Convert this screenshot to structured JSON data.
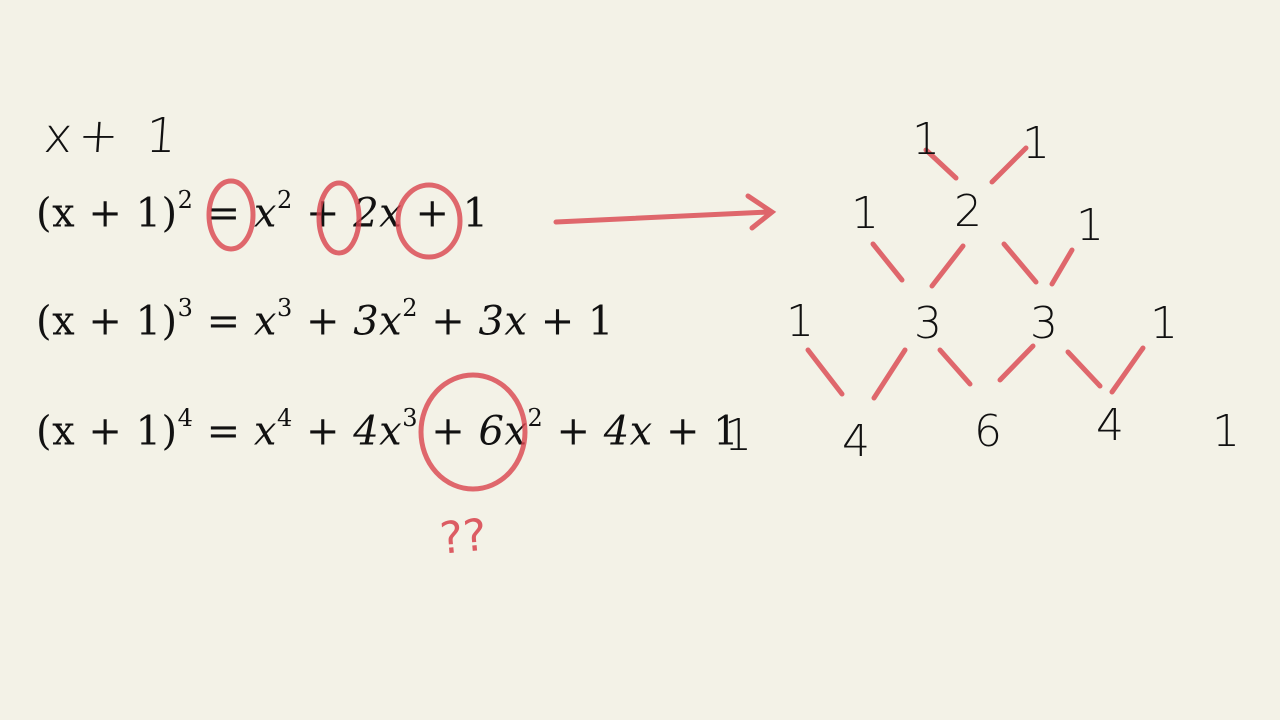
{
  "colors": {
    "background": "#f3f2e7",
    "ink": "#111111",
    "marker": "#d9434d"
  },
  "heading": "x+ 1",
  "equations": [
    {
      "lhs_base": "(x + 1)",
      "lhs_exp": "2",
      "rhs": [
        {
          "c": "x",
          "e": "2"
        },
        {
          "op": "+"
        },
        {
          "c": "2x"
        },
        {
          "op": "+"
        },
        {
          "c": "1"
        }
      ]
    },
    {
      "lhs_base": "(x + 1)",
      "lhs_exp": "3",
      "rhs": [
        {
          "c": "x",
          "e": "3"
        },
        {
          "op": "+"
        },
        {
          "c": "3x",
          "e": "2"
        },
        {
          "op": "+"
        },
        {
          "c": "3x"
        },
        {
          "op": "+"
        },
        {
          "c": "1"
        }
      ]
    },
    {
      "lhs_base": "(x + 1)",
      "lhs_exp": "4",
      "rhs": [
        {
          "c": "x",
          "e": "4"
        },
        {
          "op": "+"
        },
        {
          "c": "4x",
          "e": "3"
        },
        {
          "op": "+"
        },
        {
          "c": "6x",
          "e": "2"
        },
        {
          "op": "+"
        },
        {
          "c": "4x"
        },
        {
          "op": "+"
        },
        {
          "c": "1"
        }
      ]
    }
  ],
  "annotation": "??",
  "pascal_rows": [
    [
      "1",
      "1"
    ],
    [
      "1",
      "2",
      "1"
    ],
    [
      "1",
      "3",
      "3",
      "1"
    ],
    [
      "1",
      "4",
      "6",
      "4",
      "1"
    ]
  ]
}
